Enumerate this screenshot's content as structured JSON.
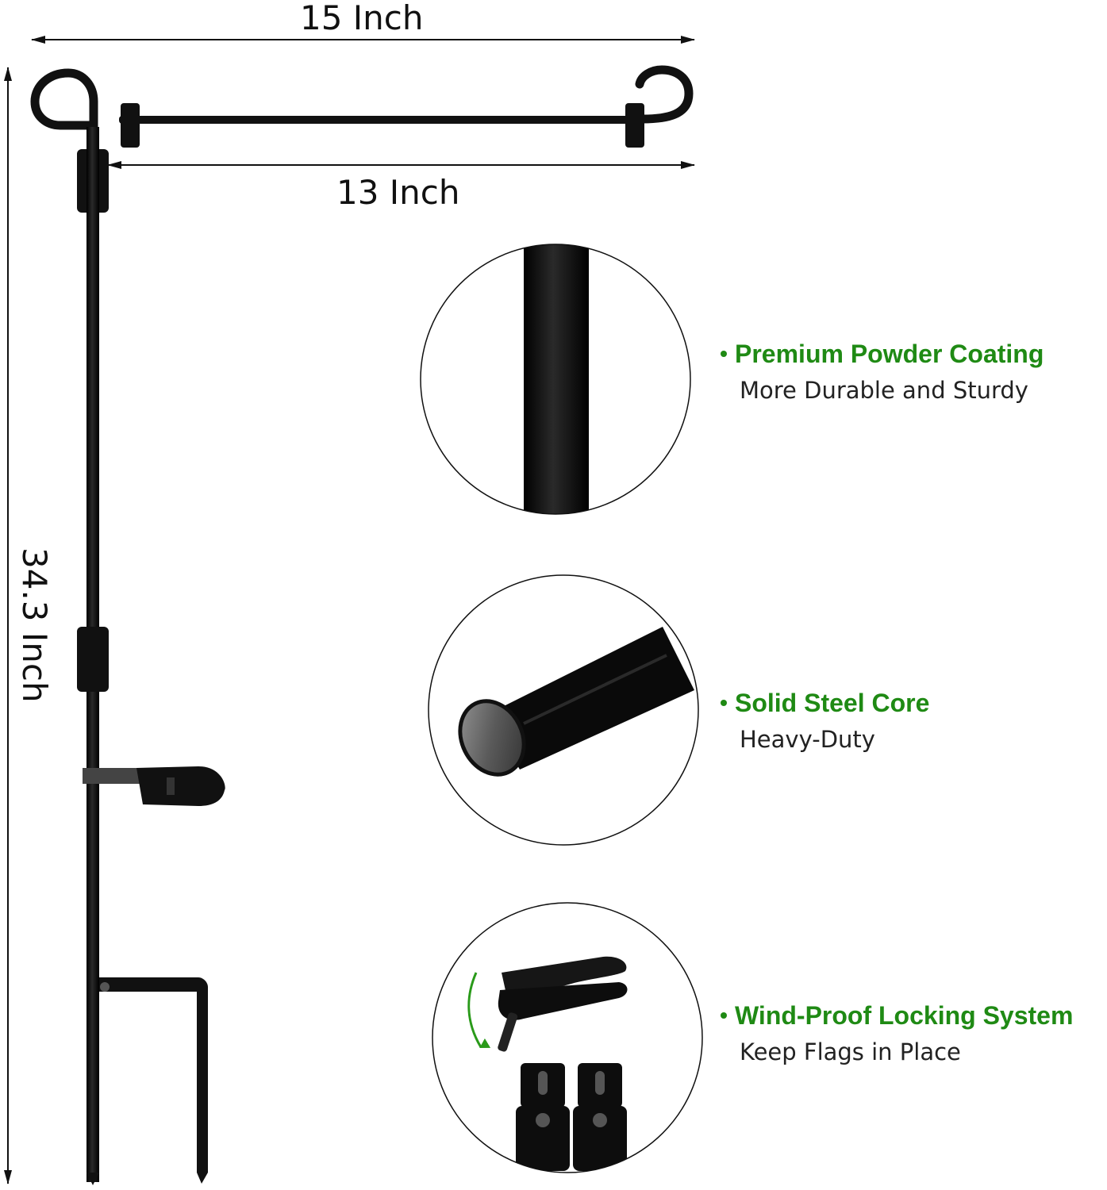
{
  "dimensions": {
    "width_label": "15 Inch",
    "bar_label": "13 Inch",
    "height_label": "34.3 Inch"
  },
  "features": [
    {
      "title": "Premium Powder Coating",
      "subtitle": "More Durable and Sturdy"
    },
    {
      "title": "Solid Steel Core",
      "subtitle": "Heavy-Duty"
    },
    {
      "title": "Wind-Proof Locking System",
      "subtitle": "Keep Flags in Place"
    }
  ],
  "colors": {
    "accent_green": "#1f8a14",
    "pole_black": "#111111"
  },
  "icons": [
    "flag-stand-pole",
    "powder-coated-rod",
    "steel-core-rod",
    "locking-clip",
    "stopper"
  ]
}
